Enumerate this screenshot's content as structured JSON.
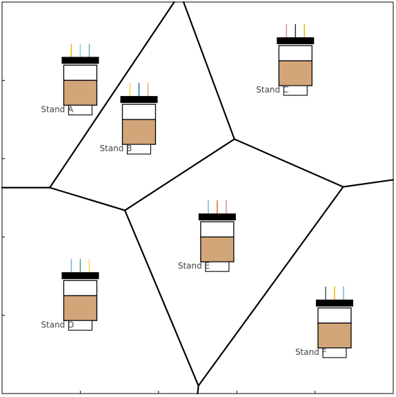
{
  "chart_data": {
    "type": "scatter",
    "subtype": "voronoi-diagram",
    "title": "",
    "xlabel": "",
    "ylabel": "",
    "xlim": [
      0,
      5
    ],
    "ylim": [
      0,
      5
    ],
    "xticks": [
      1,
      2,
      3,
      4
    ],
    "yticks": [
      1,
      2,
      3,
      4
    ],
    "tick_labels_shown": false,
    "grid": false,
    "legend": "none",
    "marker": "coffee-cup",
    "colors": {
      "cell_edge": "#000000",
      "cup_fill": "#d2a679",
      "cup_stroke": "#000000",
      "lid": "#000000",
      "label": "#444444"
    },
    "points": [
      {
        "label": "Stand A",
        "x": 1.0,
        "y": 4.0,
        "straws": [
          "#f0b400",
          "#7fd3c8",
          "#5fb3b3"
        ]
      },
      {
        "label": "Stand B",
        "x": 1.75,
        "y": 3.5,
        "straws": [
          "#f4d64a",
          "#1f6fb5",
          "#e8a070"
        ]
      },
      {
        "label": "Stand C",
        "x": 3.75,
        "y": 4.25,
        "straws": [
          "#c88ab0",
          "#333333",
          "#f0b400"
        ]
      },
      {
        "label": "Stand D",
        "x": 1.0,
        "y": 1.25,
        "straws": [
          "#6fb4e0",
          "#3aa07a",
          "#f4e04a"
        ]
      },
      {
        "label": "Stand E",
        "x": 2.75,
        "y": 2.0,
        "straws": [
          "#6fb4e0",
          "#e0661c",
          "#c88ab0"
        ]
      },
      {
        "label": "Stand F",
        "x": 4.25,
        "y": 0.9,
        "straws": [
          "#555555",
          "#f0b400",
          "#6fb4e0"
        ]
      }
    ],
    "voronoi_vertices": [
      {
        "x": 0.61,
        "y": 2.63
      },
      {
        "x": 1.57,
        "y": 2.34
      },
      {
        "x": 2.97,
        "y": 3.25
      },
      {
        "x": 4.36,
        "y": 2.64
      },
      {
        "x": 2.51,
        "y": 0.1
      }
    ],
    "voronoi_edges": [
      [
        {
          "x": 0.0,
          "y": 2.63
        },
        {
          "x": 0.61,
          "y": 2.63
        }
      ],
      [
        {
          "x": 0.61,
          "y": 2.63
        },
        {
          "x": 2.2,
          "y": 5.0
        }
      ],
      [
        {
          "x": 0.61,
          "y": 2.63
        },
        {
          "x": 1.57,
          "y": 2.34
        }
      ],
      [
        {
          "x": 1.57,
          "y": 2.34
        },
        {
          "x": 2.97,
          "y": 3.25
        }
      ],
      [
        {
          "x": 2.32,
          "y": 5.0
        },
        {
          "x": 2.97,
          "y": 3.25
        }
      ],
      [
        {
          "x": 2.97,
          "y": 3.25
        },
        {
          "x": 4.36,
          "y": 2.64
        }
      ],
      [
        {
          "x": 4.36,
          "y": 2.64
        },
        {
          "x": 5.0,
          "y": 2.73
        }
      ],
      [
        {
          "x": 4.36,
          "y": 2.64
        },
        {
          "x": 2.51,
          "y": 0.1
        }
      ],
      [
        {
          "x": 1.57,
          "y": 2.34
        },
        {
          "x": 2.51,
          "y": 0.1
        }
      ],
      [
        {
          "x": 2.51,
          "y": 0.1
        },
        {
          "x": 2.5,
          "y": 0.0
        }
      ]
    ]
  }
}
